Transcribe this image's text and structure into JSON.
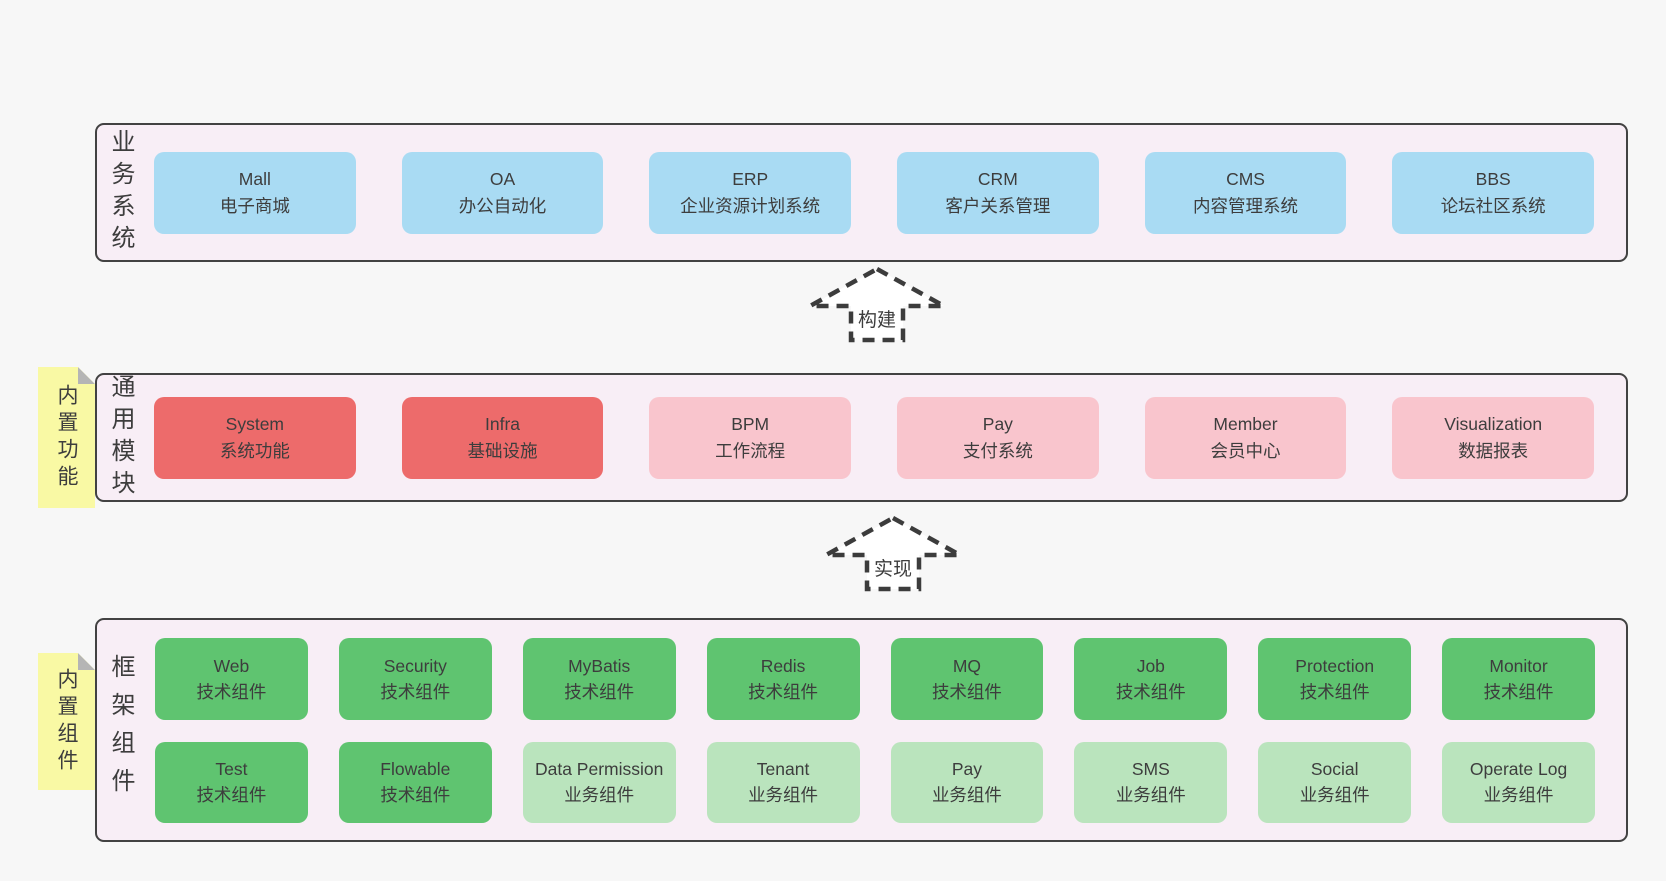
{
  "diagram": {
    "colors": {
      "background": "#f7f7f7",
      "panel_fill": "#f8eef6",
      "panel_border": "#424242",
      "blue_box": "#a9dbf3",
      "red_box": "#ed6b6b",
      "pink_box": "#f9c5cd",
      "green_box": "#5fc470",
      "light_green_box": "#bae4bd",
      "sticky_note": "#f9f9a4",
      "text": "#3d3d3d"
    },
    "arrows": {
      "build": "构建",
      "implement": "实现"
    },
    "sections": {
      "business": {
        "label": "业务系统",
        "boxes": [
          {
            "name": "Mall",
            "desc": "电子商城"
          },
          {
            "name": "OA",
            "desc": "办公自动化"
          },
          {
            "name": "ERP",
            "desc": "企业资源计划系统"
          },
          {
            "name": "CRM",
            "desc": "客户关系管理"
          },
          {
            "name": "CMS",
            "desc": "内容管理系统"
          },
          {
            "name": "BBS",
            "desc": "论坛社区系统"
          }
        ]
      },
      "modules": {
        "label": "通用模块",
        "sticky": "内置功能",
        "boxes": [
          {
            "name": "System",
            "desc": "系统功能"
          },
          {
            "name": "Infra",
            "desc": "基础设施"
          },
          {
            "name": "BPM",
            "desc": "工作流程"
          },
          {
            "name": "Pay",
            "desc": "支付系统"
          },
          {
            "name": "Member",
            "desc": "会员中心"
          },
          {
            "name": "Visualization",
            "desc": "数据报表"
          }
        ]
      },
      "framework": {
        "label": "框架组件",
        "sticky": "内置组件",
        "row1": [
          {
            "name": "Web",
            "desc": "技术组件"
          },
          {
            "name": "Security",
            "desc": "技术组件"
          },
          {
            "name": "MyBatis",
            "desc": "技术组件"
          },
          {
            "name": "Redis",
            "desc": "技术组件"
          },
          {
            "name": "MQ",
            "desc": "技术组件"
          },
          {
            "name": "Job",
            "desc": "技术组件"
          },
          {
            "name": "Protection",
            "desc": "技术组件"
          },
          {
            "name": "Monitor",
            "desc": "技术组件"
          }
        ],
        "row2": [
          {
            "name": "Test",
            "desc": "技术组件"
          },
          {
            "name": "Flowable",
            "desc": "技术组件"
          },
          {
            "name": "Data Permission",
            "desc": "业务组件"
          },
          {
            "name": "Tenant",
            "desc": "业务组件"
          },
          {
            "name": "Pay",
            "desc": "业务组件"
          },
          {
            "name": "SMS",
            "desc": "业务组件"
          },
          {
            "name": "Social",
            "desc": "业务组件"
          },
          {
            "name": "Operate Log",
            "desc": "业务组件"
          }
        ]
      }
    }
  }
}
